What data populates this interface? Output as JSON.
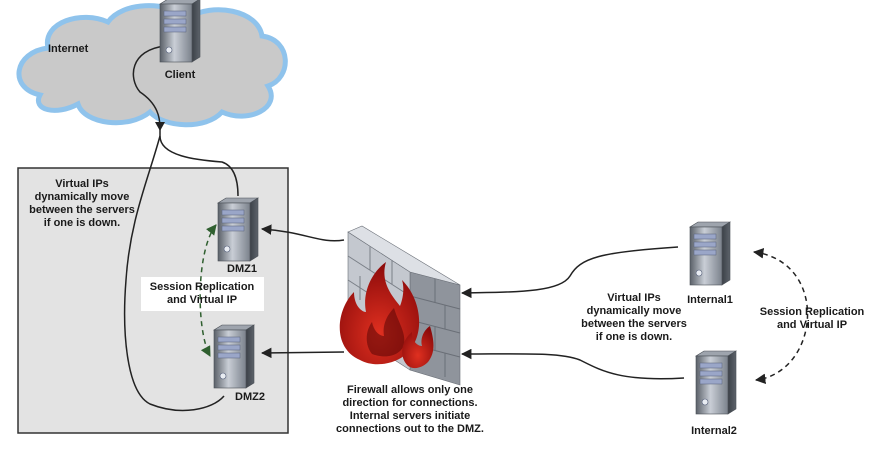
{
  "labels": {
    "internet": "Internet",
    "client": "Client",
    "dmz1": "DMZ1",
    "dmz2": "DMZ2",
    "internal1": "Internal1",
    "internal2": "Internal2",
    "dmz_note": [
      "Virtual IPs",
      "dynamically move",
      "between the servers",
      "if one is down."
    ],
    "internal_note": [
      "Virtual IPs",
      "dynamically move",
      "between the servers",
      "if one is down."
    ],
    "dmz_replication": [
      "Session Replication",
      "and Virtual IP"
    ],
    "internal_replication": [
      "Session Replication",
      "and Virtual IP"
    ],
    "firewall_note": [
      "Firewall allows only one",
      "direction for connections.",
      "Internal servers initiate",
      "connections out to the DMZ."
    ]
  },
  "colors": {
    "cloud_fill": "#c9c9c9",
    "cloud_outline": "#8fc3ec",
    "dmz_fill": "#e3e3e3",
    "dmz_border": "#333333",
    "arrow": "#222222",
    "replication_dmz": "#2f5f2f",
    "replication_internal": "#222222",
    "brick": "#c4c8cf",
    "flame": "#b01010"
  }
}
